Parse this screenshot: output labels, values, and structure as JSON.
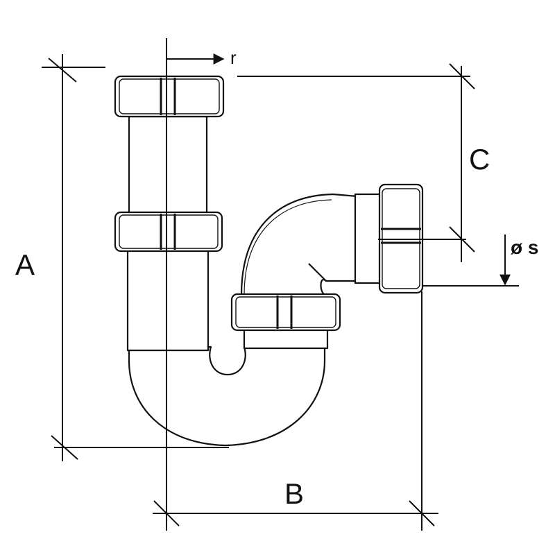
{
  "labels": {
    "a": "A",
    "b": "B",
    "c": "C",
    "r": "r",
    "s": "ø s"
  },
  "colors": {
    "line": "#111111",
    "fill": "#ffffff"
  }
}
